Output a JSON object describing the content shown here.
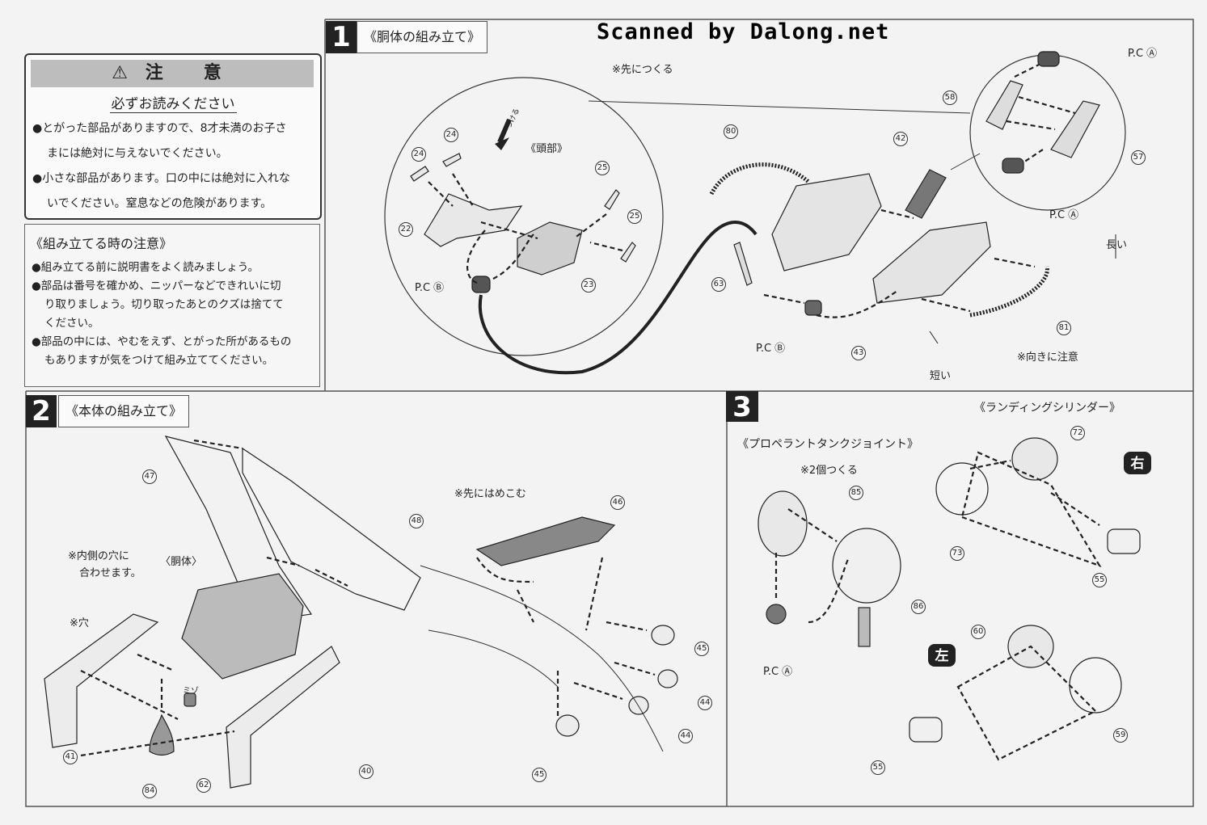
{
  "watermark": "Scanned by Dalong.net",
  "caution": {
    "title": "注　意",
    "subtitle": "必ずお読みください",
    "lines": [
      "●とがった部品がありますので、8才未満のお子さ",
      "まには絶対に与えないでください。",
      "●小さな部品があります。口の中には絶対に入れな",
      "いでください。窒息などの危険があります。"
    ]
  },
  "notes": {
    "title": "《組み立てる時の注意》",
    "lines": [
      "●組み立てる前に説明書をよく読みましょう。",
      "●部品は番号を確かめ、ニッパーなどできれいに切",
      "り取りましょう。切り取ったあとのクズは捨てて",
      "ください。",
      "●部品の中には、やむをえず、とがった所があるもの",
      "もありますが気をつけて組み立ててください。"
    ]
  },
  "step1": {
    "number": "1",
    "title": "《胴体の組み立て》",
    "note_first": "※先につくる",
    "head_label": "《頭部》",
    "arrow_label": "つける",
    "pc_a": "P.C Ⓐ",
    "pc_b": "P.C Ⓑ",
    "long": "長い",
    "short": "短い",
    "orientation": "※向きに注意",
    "parts": [
      "24",
      "24",
      "22",
      "25",
      "25",
      "23",
      "80",
      "42",
      "63",
      "58",
      "57",
      "43",
      "81"
    ]
  },
  "step2": {
    "number": "2",
    "title": "《本体の組み立て》",
    "inner_hole": "※内側の穴に",
    "align": "合わせます。",
    "body": "〈胴体〉",
    "hole": "※穴",
    "groove": "ミゾ",
    "insert_first": "※先にはめこむ",
    "parts": [
      "47",
      "48",
      "41",
      "84",
      "62",
      "40",
      "46",
      "45",
      "44",
      "44",
      "45"
    ]
  },
  "step3": {
    "number": "3",
    "title_tank": "《プロペラントタンクジョイント》",
    "make_two": "※2個つくる",
    "title_landing": "《ランディングシリンダー》",
    "right": "右",
    "left": "左",
    "pc_a": "P.C Ⓐ",
    "parts": [
      "85",
      "86",
      "72",
      "73",
      "55",
      "60",
      "59",
      "55"
    ]
  }
}
